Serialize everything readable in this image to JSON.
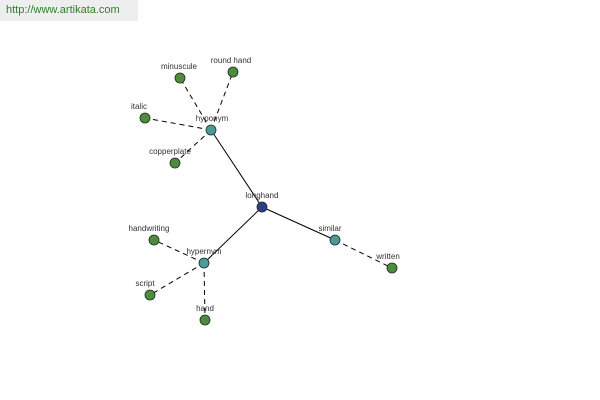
{
  "site": {
    "url_text": "http://www.artikata.com"
  },
  "graph": {
    "colors": {
      "center": "#2f3b8c",
      "relation": "#4a9a9a",
      "leaf": "#4c8c3c",
      "edge": "#000000",
      "stroke": "#1e2b1e"
    },
    "nodes": [
      {
        "id": "longhand",
        "label": "longhand",
        "kind": "center"
      },
      {
        "id": "hyponym",
        "label": "hyponym",
        "kind": "relation"
      },
      {
        "id": "hypernym",
        "label": "hypernym",
        "kind": "relation"
      },
      {
        "id": "similar",
        "label": "similar",
        "kind": "relation"
      },
      {
        "id": "minuscule",
        "label": "minuscule",
        "kind": "leaf"
      },
      {
        "id": "round-hand",
        "label": "round hand",
        "kind": "leaf"
      },
      {
        "id": "italic",
        "label": "italic",
        "kind": "leaf"
      },
      {
        "id": "copperplate",
        "label": "copperplate",
        "kind": "leaf"
      },
      {
        "id": "handwriting",
        "label": "handwriting",
        "kind": "leaf"
      },
      {
        "id": "script",
        "label": "script",
        "kind": "leaf"
      },
      {
        "id": "hand",
        "label": "hand",
        "kind": "leaf"
      },
      {
        "id": "written",
        "label": "written",
        "kind": "leaf"
      }
    ],
    "edges": [
      {
        "from": "longhand",
        "to": "hyponym",
        "style": "solid"
      },
      {
        "from": "longhand",
        "to": "hypernym",
        "style": "solid"
      },
      {
        "from": "longhand",
        "to": "similar",
        "style": "solid"
      },
      {
        "from": "hyponym",
        "to": "minuscule",
        "style": "dashed"
      },
      {
        "from": "hyponym",
        "to": "round-hand",
        "style": "dashed"
      },
      {
        "from": "hyponym",
        "to": "italic",
        "style": "dashed"
      },
      {
        "from": "hyponym",
        "to": "copperplate",
        "style": "dashed"
      },
      {
        "from": "hypernym",
        "to": "handwriting",
        "style": "dashed"
      },
      {
        "from": "hypernym",
        "to": "script",
        "style": "dashed"
      },
      {
        "from": "hypernym",
        "to": "hand",
        "style": "dashed"
      },
      {
        "from": "similar",
        "to": "written",
        "style": "dashed"
      }
    ]
  }
}
